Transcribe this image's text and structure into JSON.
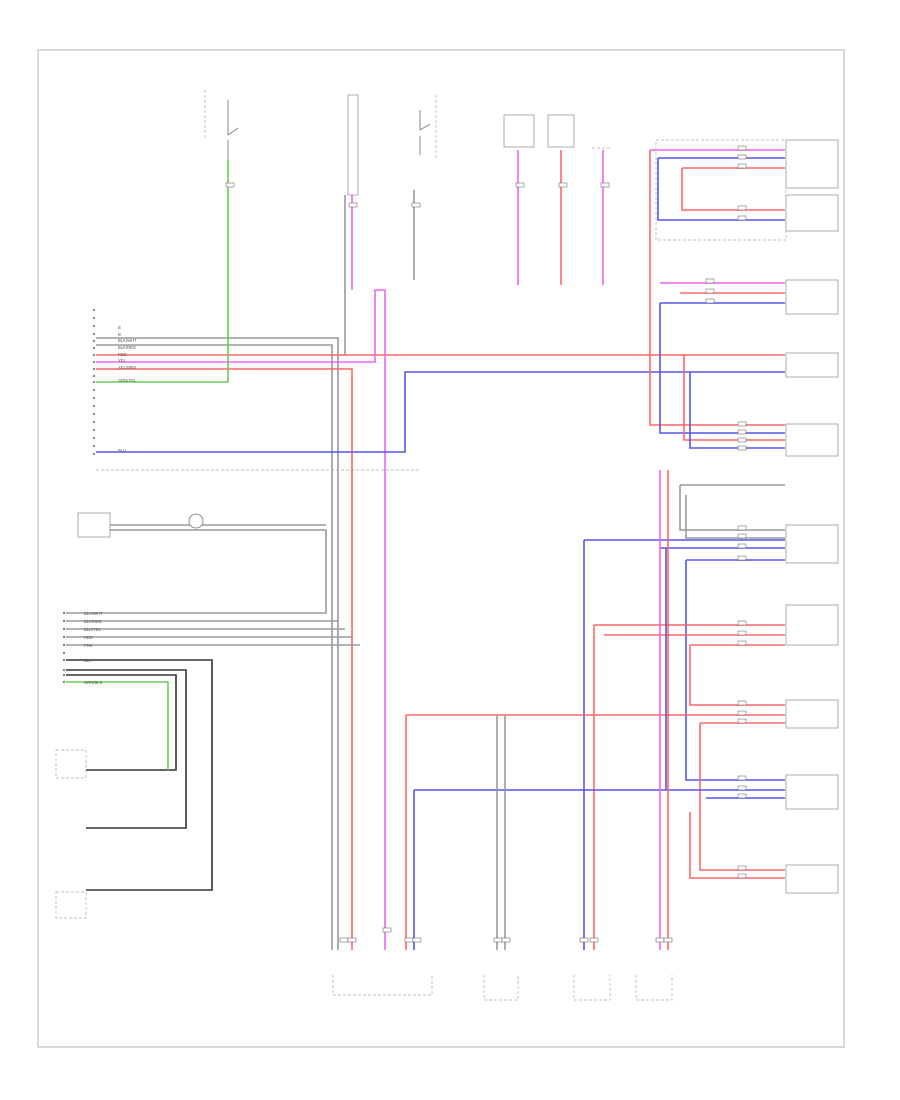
{
  "colors": {
    "red": "#ff6666",
    "pink": "#ee66ee",
    "blue": "#5555ee",
    "green": "#66cc55",
    "gray": "#9a9a9a",
    "black": "#333333",
    "frame": "#b4b4b4"
  },
  "connector_text": {
    "upper": [
      "B",
      "B",
      "BLK/WHT",
      "BLK/RED",
      "RED",
      "YEL",
      "YEL/BRN",
      "GRN/YEL"
    ],
    "mid": "BLU",
    "lower": [
      "BLK/WHT",
      "BLK/RED",
      "BLK/YEL",
      "RED",
      "PNK",
      "BLK",
      "GRN/BLK"
    ]
  },
  "footer": {
    "code": ""
  }
}
